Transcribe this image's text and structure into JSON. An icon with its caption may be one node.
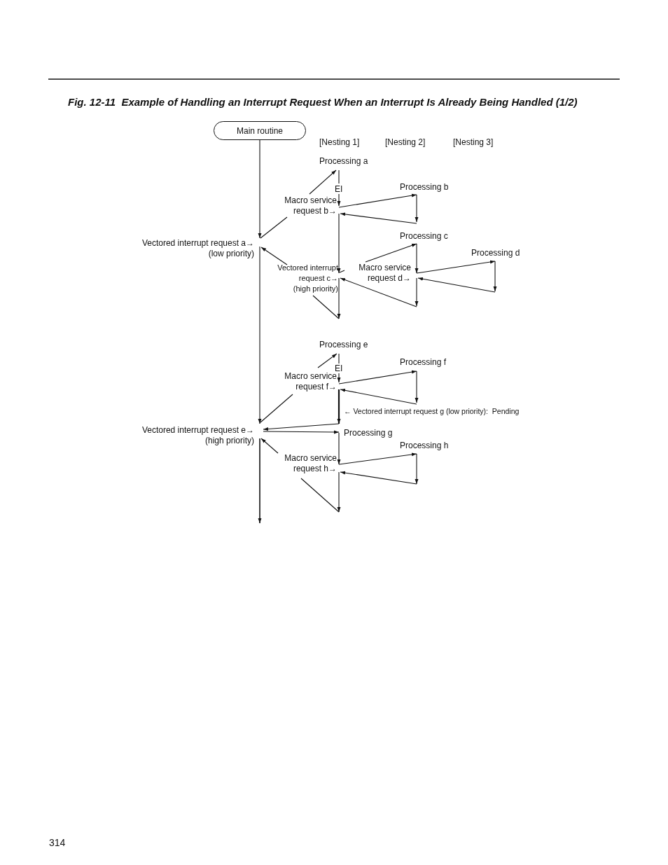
{
  "diagram": {
    "title": "Fig. 12-11  Example of Handling an Interrupt Request When an Interrupt Is Already Being Handled (1/2)",
    "nodes": [
      {
        "text": [
          "Main routine"
        ]
      }
    ],
    "labels": [
      "[Nesting 1]",
      "[Nesting 2]",
      "[Nesting 3]",
      "Processing a",
      "Processing b",
      "EI",
      "Macro service request b→",
      "Vectored interrupt request a→ (low priority)",
      "Processing c",
      "Processing d",
      "Vectored interrupt request c→ (high priority)",
      "Macro service request d→",
      "Processing e",
      "EI",
      "Processing f",
      "Macro service request f→",
      "← Vectored interrupt request g (low priority):  Pending",
      "Vectored interrupt request e→ (high priority)",
      "Processing g",
      "Processing h",
      "Macro service request h→",
      "314"
    ]
  }
}
